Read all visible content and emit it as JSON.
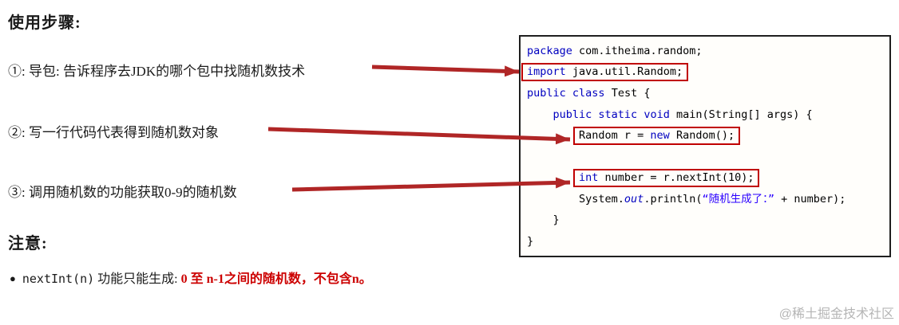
{
  "page": {
    "title": "使用步骤:",
    "note_title": "注意:",
    "watermark": "@稀土掘金技术社区"
  },
  "colors": {
    "accent_red": "#c00000",
    "arrow_red": "#b02626",
    "keyword_blue": "#0000c0",
    "string_blue": "#2a00ff",
    "field_blue": "#0000c0",
    "note_red": "#cc0000",
    "watermark_gray": "#b5b5b5",
    "code_border": "#1f1f1f"
  },
  "steps": [
    {
      "label": "①: 导包: 告诉程序去JDK的哪个包中找随机数技术"
    },
    {
      "label": "②: 写一行代码代表得到随机数对象"
    },
    {
      "label": "③: 调用随机数的功能获取0-9的随机数"
    }
  ],
  "note": {
    "bullet": "●",
    "segments": [
      {
        "c": "mono",
        "t": "nextInt(n)"
      },
      {
        "c": "plain",
        "t": " 功能只能生成: "
      },
      {
        "c": "red",
        "t": "0 至 n-1之间的随机数，不包含n。"
      }
    ]
  },
  "code": {
    "lines": [
      {
        "indent": 0,
        "boxed": false,
        "tokens": [
          {
            "c": "kw",
            "t": "package"
          },
          {
            "c": "plain",
            "t": " com.itheima.random;"
          }
        ]
      },
      {
        "indent": 0,
        "boxed": true,
        "tokens": [
          {
            "c": "kw",
            "t": "import"
          },
          {
            "c": "plain",
            "t": " java.util.Random;"
          }
        ]
      },
      {
        "indent": 0,
        "boxed": false,
        "tokens": [
          {
            "c": "kw",
            "t": "public"
          },
          {
            "c": "plain",
            "t": " "
          },
          {
            "c": "kw",
            "t": "class"
          },
          {
            "c": "plain",
            "t": " Test {"
          }
        ]
      },
      {
        "indent": 4,
        "boxed": false,
        "tokens": [
          {
            "c": "kw",
            "t": "public"
          },
          {
            "c": "plain",
            "t": " "
          },
          {
            "c": "kw",
            "t": "static"
          },
          {
            "c": "plain",
            "t": " "
          },
          {
            "c": "kw",
            "t": "void"
          },
          {
            "c": "plain",
            "t": " main(String[] args) {"
          }
        ]
      },
      {
        "indent": 8,
        "boxed": true,
        "tokens": [
          {
            "c": "plain",
            "t": "Random r = "
          },
          {
            "c": "kw",
            "t": "new"
          },
          {
            "c": "plain",
            "t": " Random();"
          }
        ]
      },
      {
        "indent": 8,
        "boxed": false,
        "tokens": []
      },
      {
        "indent": 8,
        "boxed": true,
        "tokens": [
          {
            "c": "kw",
            "t": "int"
          },
          {
            "c": "plain",
            "t": " number = r.nextInt(10);"
          }
        ]
      },
      {
        "indent": 8,
        "boxed": false,
        "tokens": [
          {
            "c": "plain",
            "t": "System."
          },
          {
            "c": "field",
            "t": "out"
          },
          {
            "c": "plain",
            "t": ".println("
          },
          {
            "c": "str",
            "t": "“随机生成了：”"
          },
          {
            "c": "plain",
            "t": " + number);"
          }
        ]
      },
      {
        "indent": 4,
        "boxed": false,
        "tokens": [
          {
            "c": "plain",
            "t": "}"
          }
        ]
      },
      {
        "indent": 0,
        "boxed": false,
        "tokens": [
          {
            "c": "plain",
            "t": "}"
          }
        ]
      }
    ]
  }
}
